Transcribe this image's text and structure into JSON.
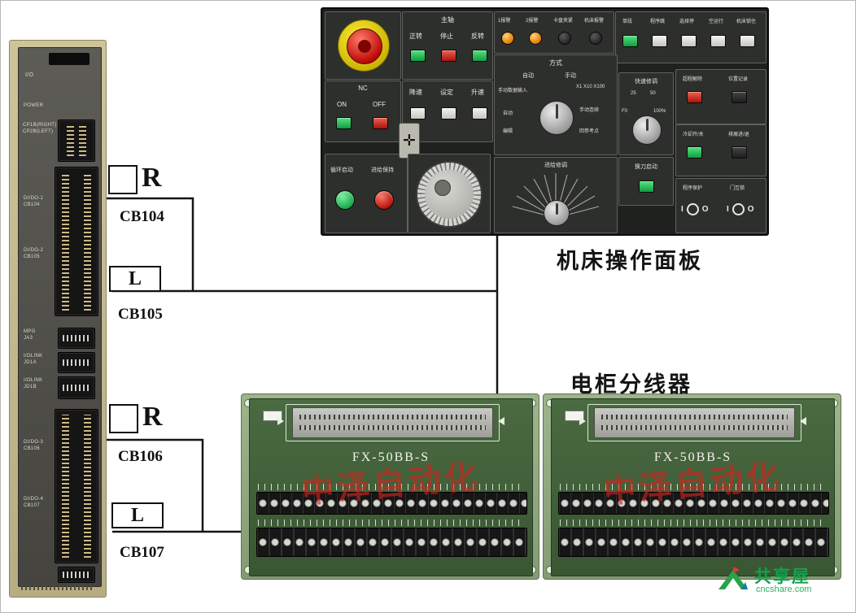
{
  "captions": {
    "panel_caption": "机床操作面板",
    "splitter_caption": "电柜分线器"
  },
  "cb": {
    "cb104": "CB104",
    "cb105": "CB105",
    "cb106": "CB106",
    "cb107": "CB107",
    "r": "R",
    "l": "L"
  },
  "io_module": {
    "io": "I/O",
    "power": "POWER",
    "cp1": "CP1B(RIGHT)",
    "cp2": "CP2B(LEFT)",
    "conn1_l1": "DI/DO-1",
    "conn1_l2": "CB104",
    "conn2_l1": "DI/DO-2",
    "conn2_l2": "CB105",
    "ja3_l1": "MPG",
    "ja3_l2": "JA3",
    "jd1a_l1": "I/OLINK",
    "jd1a_l2": "JD1A",
    "jd1b_l1": "I/OLINK",
    "jd1b_l2": "JD1B",
    "conn3_l1": "DI/DO-3",
    "conn3_l2": "CB106",
    "conn4_l1": "DI/DO-4",
    "conn4_l2": "CB107"
  },
  "panel": {
    "spindle_title": "主轴",
    "spindle_fwd": "正转",
    "spindle_stop": "停止",
    "spindle_rev": "反转",
    "alarm_1": "1报警",
    "alarm_2": "2报警",
    "alarm_3": "卡盘夹紧",
    "alarm_4": "机床报警",
    "func_1": "单段",
    "func_2": "程序跳",
    "func_3": "选择停",
    "func_4": "空运行",
    "func_5": "机床锁住",
    "nc_title": "NC",
    "nc_on": "ON",
    "nc_off": "OFF",
    "spd_down": "降速",
    "spd_set": "设定",
    "spd_up": "升速",
    "mode_title": "方式",
    "mode_auto_hdr": "自动",
    "mode_manual_hdr": "手动",
    "mode_mdi": "手动数据输入",
    "mode_auto": "自动",
    "mode_edit": "编辑",
    "mode_inc": "X1 X10 X100",
    "mode_jog": "手动连续",
    "mode_ref": "回参考点",
    "rapid_title": "快速修调",
    "rapid_25": "25",
    "rapid_50": "50",
    "rapid_f0": "F0",
    "rapid_100": "100%",
    "overtravel": "超程解除",
    "pos_record": "位置记录",
    "coolant": "冷却开/关",
    "chip": "排屑进/退",
    "prog_protect": "程序保护",
    "door_lock": "门互锁",
    "sw_i": "I",
    "sw_o": "O",
    "cycle_start": "循环启动",
    "feed_hold": "进给保持",
    "feed_title": "进给修调",
    "tool_start": "换刀启动",
    "axis_icon": "✛"
  },
  "boards": {
    "model": "FX-50BB-S",
    "watermark": "中泽自动化"
  },
  "logo": {
    "name": "共享屋",
    "site": "cncshare.com"
  }
}
